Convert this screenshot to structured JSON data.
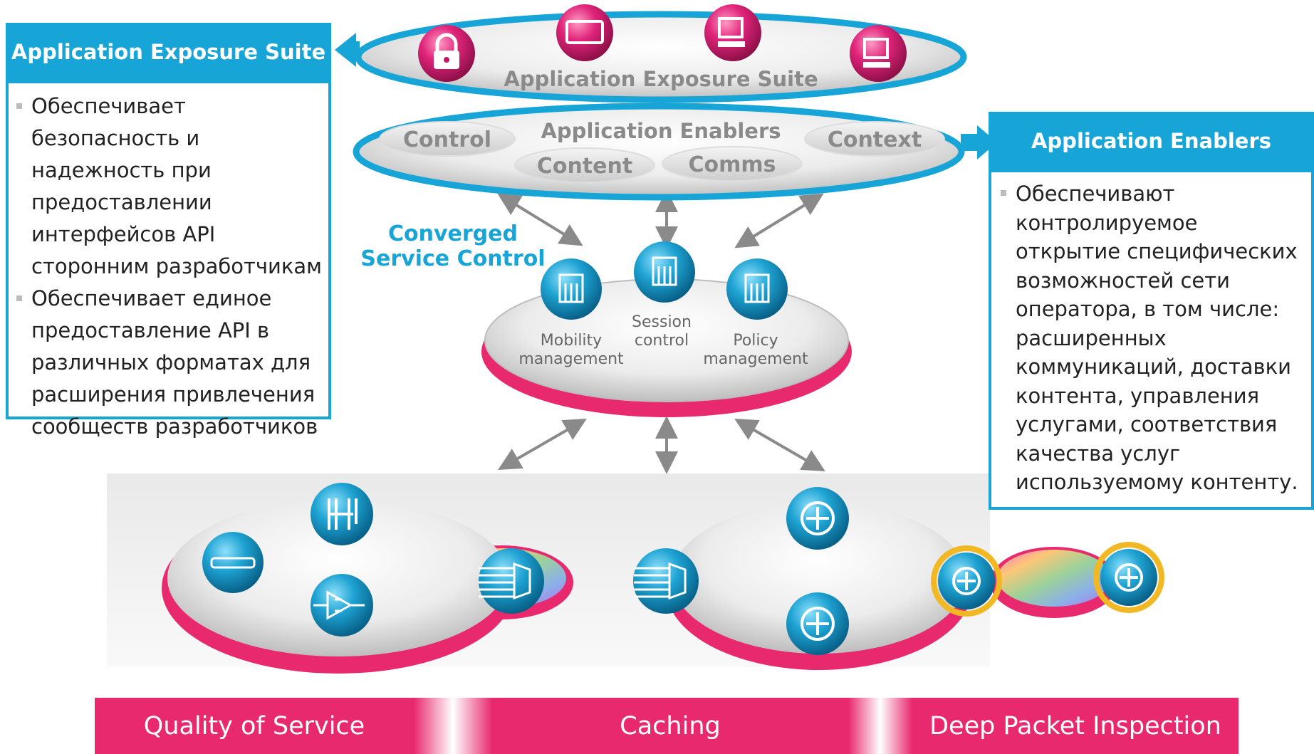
{
  "left_panel": {
    "title": "Application Exposure Suite",
    "bullets": [
      "Обеспечивает безопасность и надежность при предоставлении интерфейсов API сторонним разработчикам",
      "Обеспечивает единое предоставление API в различных форматах для расширения привлечения сообществ разработчиков"
    ]
  },
  "right_panel": {
    "title": "Application Enablers",
    "bullets": [
      "Обеспечивают контролируемое открытие специфических возможностей сети оператора, в том числе: расширенных коммуникаций, доставки контента, управления услугами, соответствия качества услуг используемому контенту."
    ]
  },
  "exposure_ring": {
    "label": "Application Exposure Suite",
    "icons": [
      "lock-icon",
      "display-icon",
      "computer-icon",
      "computer-icon"
    ]
  },
  "enablers_ring": {
    "label": "Application Enablers",
    "pills": [
      "Control",
      "Content",
      "Comms",
      "Context"
    ]
  },
  "converged": {
    "label_line1": "Converged",
    "label_line2": "Service Control",
    "nodes": [
      {
        "line1": "Mobility",
        "line2": "management"
      },
      {
        "line1": "Session",
        "line2": "control"
      },
      {
        "line1": "Policy",
        "line2": "management"
      }
    ]
  },
  "bottom_bar": [
    "Quality of Service",
    "Caching",
    "Deep Packet Inspection"
  ],
  "colors": {
    "blue": "#16a5d6",
    "pink": "#e8296e",
    "gray": "#8a8a8a"
  }
}
